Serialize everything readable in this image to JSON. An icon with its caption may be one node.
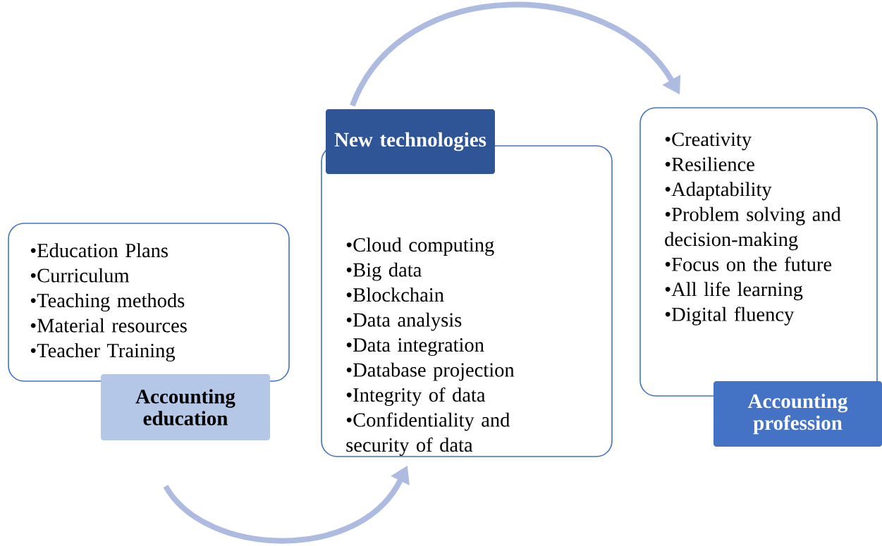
{
  "diagram": {
    "nodes": [
      {
        "text": [
          "•Education Plans",
          "•Curriculum",
          "•Teaching methods",
          "•Material resources",
          "•Teacher Training"
        ]
      },
      {
        "text": [
          "Accounting education"
        ]
      },
      {
        "text": [
          "New technologies"
        ]
      },
      {
        "text": [
          "•Cloud computing",
          "•Big data",
          "•Blockchain",
          "•Data analysis",
          "•Data integration",
          "•Database projection",
          "•Integrity of data",
          "•Confidentiality and security of data"
        ]
      },
      {
        "text": [
          "•Creativity",
          "•Resilience",
          "•Adaptability",
          "•Problem solving and decision-making",
          "•Focus on the future",
          "•All life learning",
          "•Digital fluency"
        ]
      },
      {
        "text": [
          "Accounting profession"
        ]
      }
    ],
    "edges": [
      {
        "from": 1,
        "to": 3,
        "arrow": "to"
      },
      {
        "from": 2,
        "to": 4,
        "arrow": "to"
      }
    ]
  }
}
